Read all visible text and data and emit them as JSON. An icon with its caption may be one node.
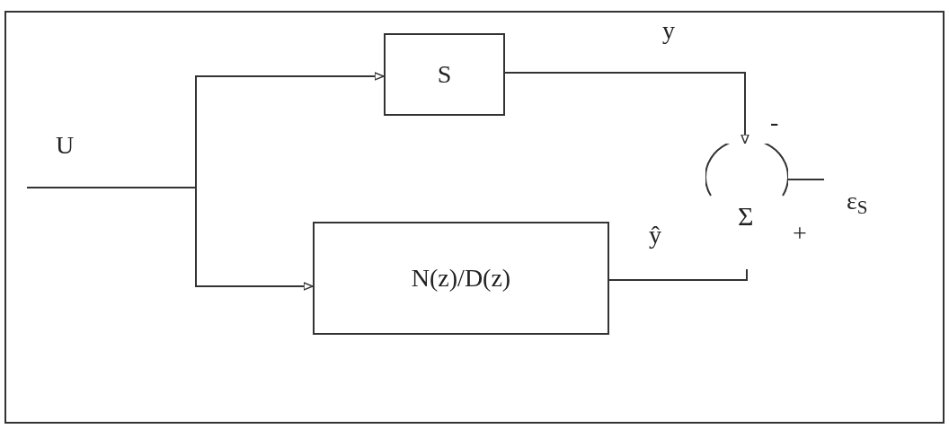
{
  "diagram": {
    "nodes": [
      {
        "text": [
          "S"
        ]
      },
      {
        "text": [
          "N(z)/D(z)"
        ]
      },
      {
        "text": [
          "Σ"
        ],
        "beside": [
          "-",
          "+"
        ]
      }
    ],
    "edges": [
      {
        "from": null,
        "to": 0,
        "arrow": "to"
      },
      {
        "from": null,
        "to": 1,
        "arrow": "to"
      },
      {
        "from": 0,
        "to": 2,
        "arrow": "to",
        "label": "y"
      },
      {
        "from": 1,
        "to": 2,
        "arrow": "none",
        "label": "ŷ"
      },
      {
        "from": 2,
        "to": null,
        "arrow": "none",
        "label": "ε$_{S}$"
      }
    ],
    "labels": [
      "U"
    ]
  }
}
